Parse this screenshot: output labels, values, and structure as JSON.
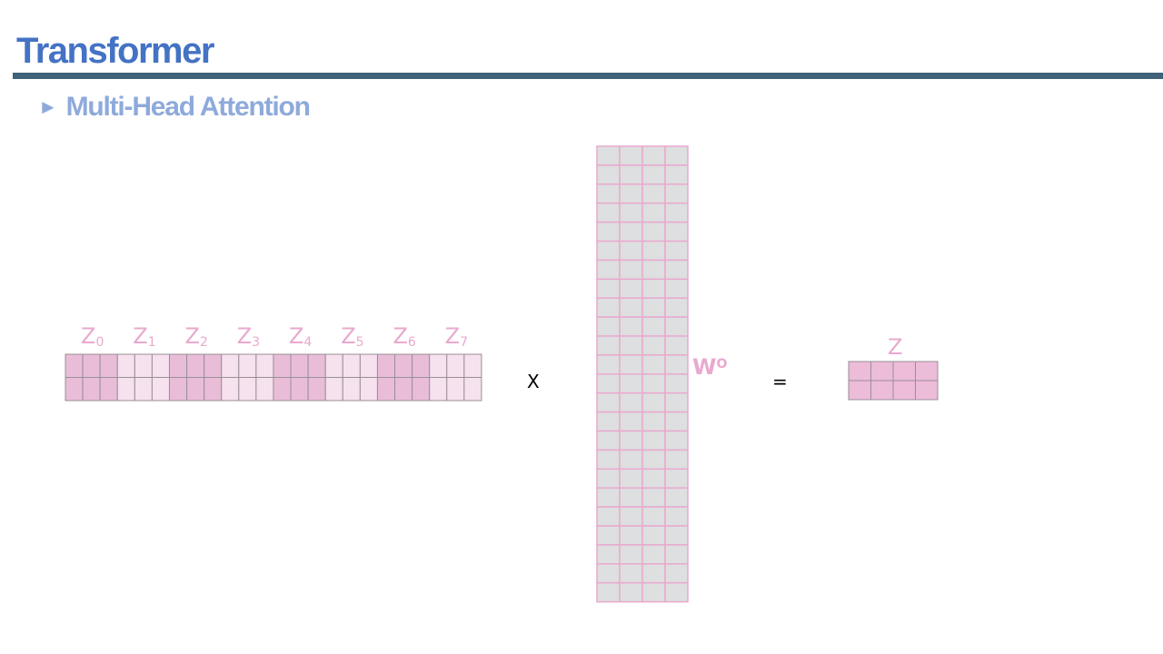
{
  "slide": {
    "title": "Transformer",
    "subtitle": "Multi-Head Attention",
    "bullet": "►"
  },
  "diagram": {
    "heads": [
      {
        "letter": "Z",
        "index": "0"
      },
      {
        "letter": "Z",
        "index": "1"
      },
      {
        "letter": "Z",
        "index": "2"
      },
      {
        "letter": "Z",
        "index": "3"
      },
      {
        "letter": "Z",
        "index": "4"
      },
      {
        "letter": "Z",
        "index": "5"
      },
      {
        "letter": "Z",
        "index": "6"
      },
      {
        "letter": "Z",
        "index": "7"
      }
    ],
    "multiply_symbol": "X",
    "weight_letter": "W",
    "weight_superscript": "O",
    "equals_symbol": "=",
    "result_label": "Z",
    "concat_matrix": {
      "rows": 2,
      "cols": 24,
      "cols_per_head": 3
    },
    "weight_matrix": {
      "rows": 24,
      "cols": 4
    },
    "result_matrix": {
      "rows": 2,
      "cols": 4
    },
    "colors": {
      "head_dark": "#e9bdd8",
      "head_light": "#f6e1ee",
      "weight_fill": "#dedfe0",
      "grid_pink": "#e9a9cf",
      "grid_gray": "#9a8f96",
      "result_fill": "#ecbcd9"
    }
  }
}
